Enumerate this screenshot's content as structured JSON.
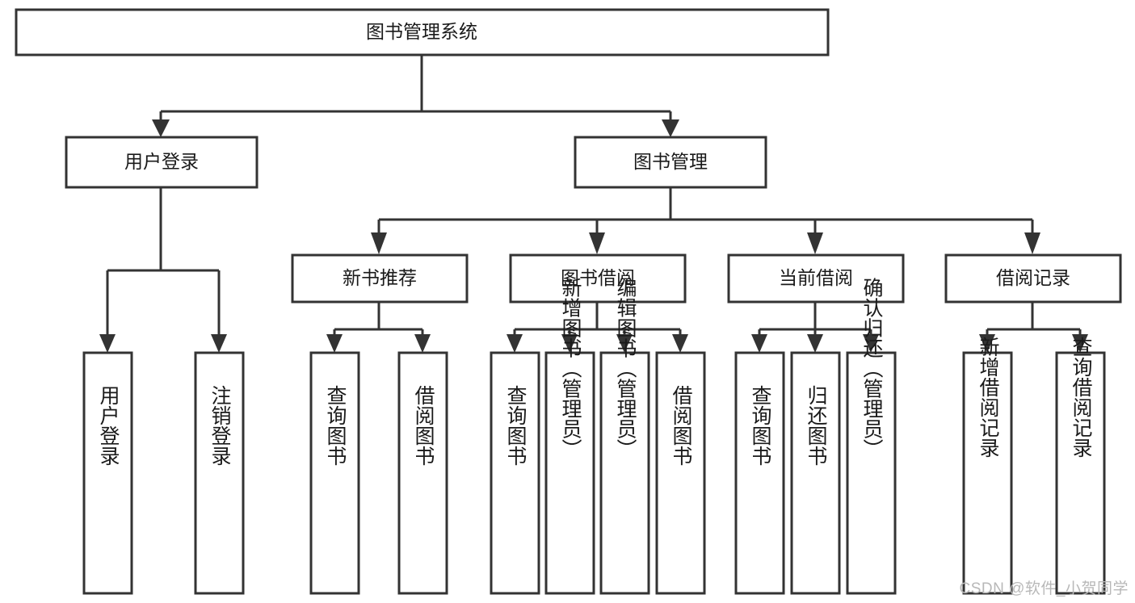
{
  "diagram": {
    "type": "tree",
    "title": "图书管理系统",
    "watermark": "CSDN @软件_小贺同学",
    "colors": {
      "stroke": "#333333",
      "fill": "#ffffff",
      "text": "#1a1a1a",
      "watermark": "#b8b8b8"
    },
    "levels": [
      {
        "level": 1,
        "nodes": [
          {
            "id": "root",
            "label": "图书管理系统",
            "orientation": "horizontal"
          }
        ]
      },
      {
        "level": 2,
        "nodes": [
          {
            "id": "user-login",
            "label": "用户登录",
            "orientation": "horizontal",
            "parent": "root"
          },
          {
            "id": "book-manage",
            "label": "图书管理",
            "orientation": "horizontal",
            "parent": "root"
          }
        ]
      },
      {
        "level": 3,
        "nodes": [
          {
            "id": "new-book-rec",
            "label": "新书推荐",
            "orientation": "horizontal",
            "parent": "book-manage"
          },
          {
            "id": "book-borrow",
            "label": "图书借阅",
            "orientation": "horizontal",
            "parent": "book-manage"
          },
          {
            "id": "current-borrow",
            "label": "当前借阅",
            "orientation": "horizontal",
            "parent": "book-manage"
          },
          {
            "id": "borrow-record",
            "label": "借阅记录",
            "orientation": "horizontal",
            "parent": "book-manage"
          }
        ]
      },
      {
        "level": 4,
        "nodes": [
          {
            "id": "leaf-user-login",
            "label": "用户登录",
            "orientation": "vertical",
            "parent": "user-login"
          },
          {
            "id": "leaf-logout-login",
            "label": "注销登录",
            "orientation": "vertical",
            "parent": "user-login"
          },
          {
            "id": "leaf-query-book-1",
            "label": "查询图书",
            "orientation": "vertical",
            "parent": "new-book-rec"
          },
          {
            "id": "leaf-borrow-book-1",
            "label": "借阅图书",
            "orientation": "vertical",
            "parent": "new-book-rec"
          },
          {
            "id": "leaf-query-book-2",
            "label": "查询图书",
            "orientation": "vertical",
            "parent": "book-borrow"
          },
          {
            "id": "leaf-add-book",
            "label": "新增图书（管理员）",
            "orientation": "vertical",
            "parent": "book-borrow"
          },
          {
            "id": "leaf-edit-book",
            "label": "编辑图书（管理员）",
            "orientation": "vertical",
            "parent": "book-borrow"
          },
          {
            "id": "leaf-borrow-book-2",
            "label": "借阅图书",
            "orientation": "vertical",
            "parent": "book-borrow"
          },
          {
            "id": "leaf-query-book-3",
            "label": "查询图书",
            "orientation": "vertical",
            "parent": "current-borrow"
          },
          {
            "id": "leaf-return-book",
            "label": "归还图书",
            "orientation": "vertical",
            "parent": "current-borrow"
          },
          {
            "id": "leaf-confirm-return",
            "label": "确认归还（管理员）",
            "orientation": "vertical",
            "parent": "current-borrow"
          },
          {
            "id": "leaf-add-record",
            "label": "新增借阅记录",
            "orientation": "vertical",
            "parent": "borrow-record"
          },
          {
            "id": "leaf-query-record",
            "label": "查询借阅记录",
            "orientation": "vertical",
            "parent": "borrow-record"
          }
        ]
      }
    ],
    "node_text": {
      "root": "图书管理系统",
      "user_login": "用户登录",
      "book_manage": "图书管理",
      "new_book_rec": "新书推荐",
      "book_borrow": "图书借阅",
      "current_borrow": "当前借阅",
      "borrow_record": "借阅记录",
      "leaf_user_login": "用户登录",
      "leaf_logout_login": "注销登录",
      "leaf_query_book_1": "查询图书",
      "leaf_borrow_book_1": "借阅图书",
      "leaf_query_book_2": "查询图书",
      "leaf_add_book": "新增图书（管理员）",
      "leaf_edit_book": "编辑图书（管理员）",
      "leaf_borrow_book_2": "借阅图书",
      "leaf_query_book_3": "查询图书",
      "leaf_return_book": "归还图书",
      "leaf_confirm_return": "确认归还（管理员）",
      "leaf_add_record": "新增借阅记录",
      "leaf_query_record": "查询借阅记录"
    }
  }
}
